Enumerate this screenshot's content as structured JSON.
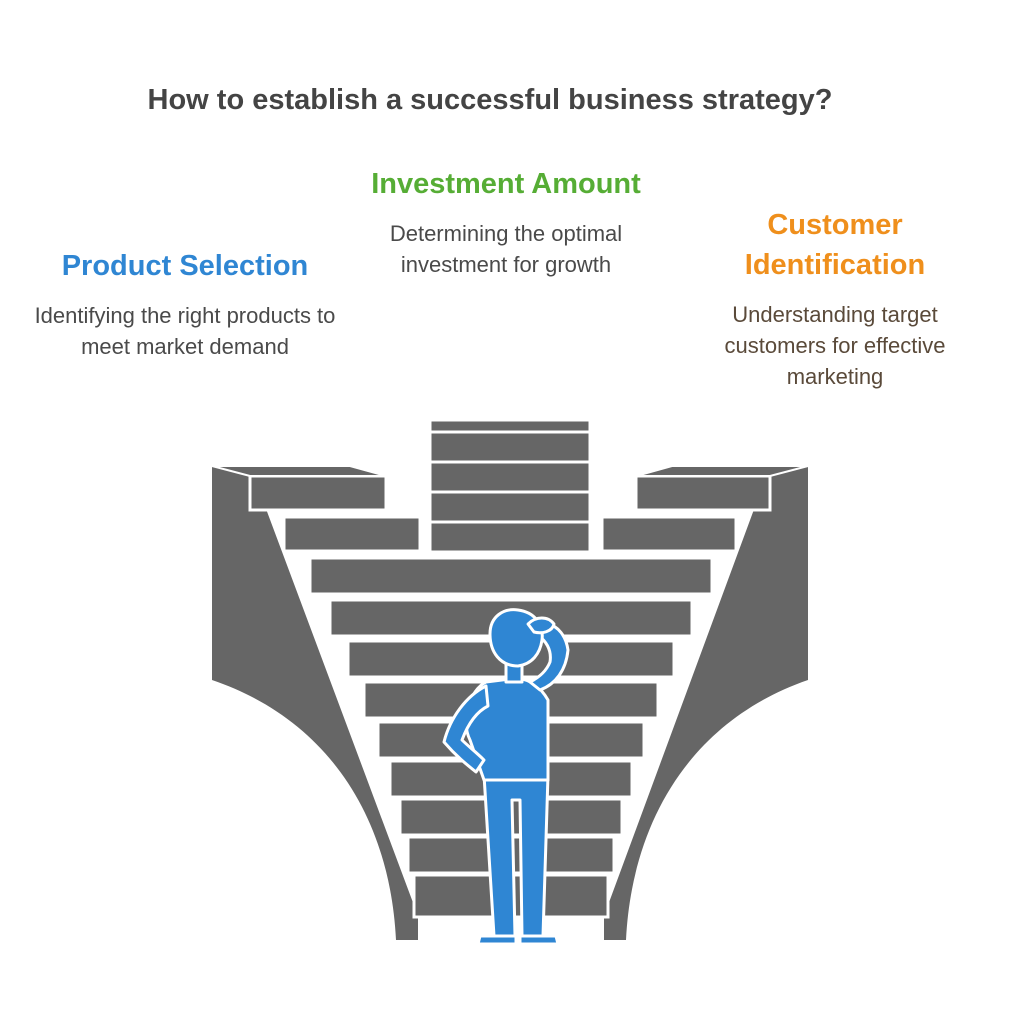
{
  "title": "How to establish a successful business strategy?",
  "colors": {
    "title": "#444444",
    "product": "#2f86d3",
    "investment": "#56ad35",
    "customer": "#ef8f1c",
    "desc": "#4a4a4a",
    "desc_customer": "#5a4a3a",
    "stairs_dark": "#666666",
    "stairs_edge": "#ffffff",
    "person": "#2f86d3"
  },
  "columns": [
    {
      "heading": "Product Selection",
      "description": "Identifying the right products to meet market demand",
      "color": "#2f86d3"
    },
    {
      "heading": "Investment Amount",
      "description": "Determining the optimal investment for growth",
      "color": "#56ad35"
    },
    {
      "heading": "Customer Identification",
      "description": "Understanding target customers for effective marketing",
      "color": "#ef8f1c"
    }
  ]
}
